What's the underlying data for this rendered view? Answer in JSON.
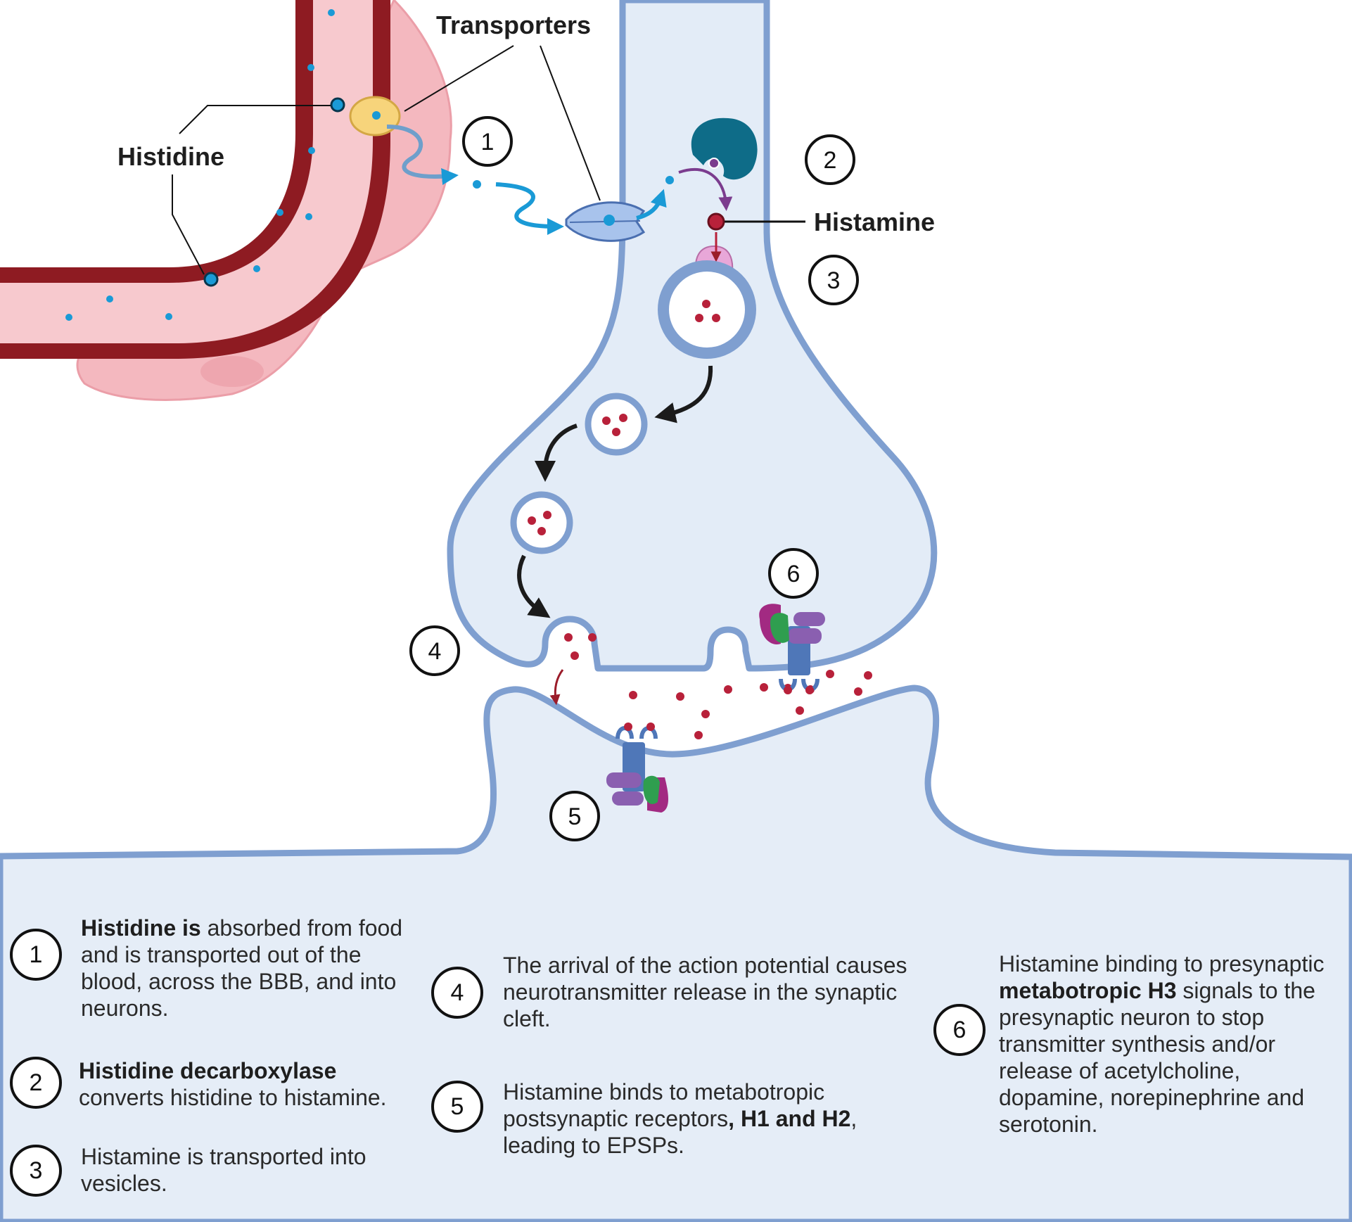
{
  "labels": {
    "transporters": "Transporters",
    "histidine": "Histidine",
    "histamine": "Histamine"
  },
  "step_markers": [
    "1",
    "2",
    "3",
    "4",
    "5",
    "6"
  ],
  "legend": [
    {
      "num": "1",
      "bold": "Histidine is",
      "text_after": " absorbed from food and is transported out of the blood, across the BBB, and into neurons."
    },
    {
      "num": "2",
      "bold": "Histidine decarboxylase",
      "text_after": " converts histidine to histamine."
    },
    {
      "num": "3",
      "text": "Histamine is transported into vesicles."
    },
    {
      "num": "4",
      "text": "The arrival of the action potential causes neurotransmitter release in the synaptic cleft."
    },
    {
      "num": "5",
      "text_before": "Histamine binds to metabotropic postsynaptic receptors",
      "bold": ", H1 and H2",
      "text_after": ", leading to EPSPs."
    },
    {
      "num": "6",
      "text_before": "Histamine  binding to presynaptic ",
      "bold": "metabotropic H3",
      "text_after": " signals to the presynaptic neuron to stop transmitter synthesis and/or release of acetylcholine, dopamine, norepinephrine and serotonin."
    }
  ],
  "colors": {
    "vessel_wall": "#8e1b22",
    "vessel_lumen": "#f7c9ce",
    "astrocyte": "#f3b6bd",
    "neuron_fill": "#e3ecf7",
    "membrane": "#7f9fd0",
    "histidine": "#1a9ad6",
    "histamine": "#b8213a",
    "enzyme": "#0e6c88"
  }
}
